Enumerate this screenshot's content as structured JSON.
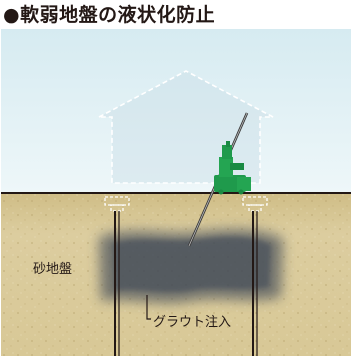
{
  "diagram": {
    "title": "●軟弱地盤の液状化防止",
    "labels": {
      "soil": "砂地盤",
      "grout": "グラウト注入"
    },
    "icons": {
      "house": "house-outline-icon",
      "machine": "injection-machine-icon"
    },
    "colors": {
      "sky": "#e7f3f7",
      "sky_top": "#dbeef3",
      "house_fill": "#c9dde6",
      "house_outline": "#ffffff",
      "ground_line": "#231815",
      "soil": "#d8c896",
      "soil_dark": "#c9b47c",
      "grout": "#3d4656",
      "machine": "#1f9a4c",
      "rod": "#3a3a3a",
      "pile": "#231815"
    }
  }
}
